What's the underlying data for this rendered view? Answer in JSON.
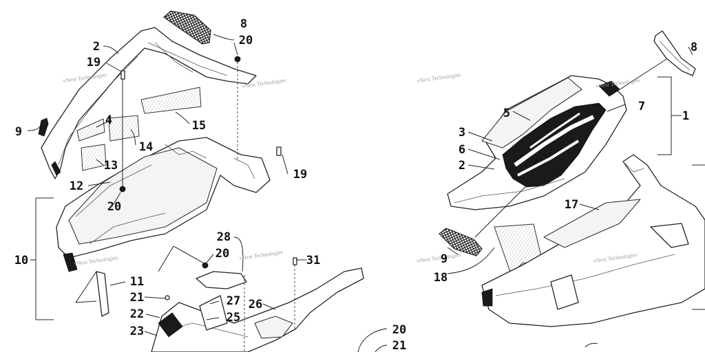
{
  "diagram": {
    "callouts": [
      {
        "id": "c8a",
        "label": "8"
      },
      {
        "id": "c20a",
        "label": "20"
      },
      {
        "id": "c2a",
        "label": "2"
      },
      {
        "id": "c19a",
        "label": "19"
      },
      {
        "id": "c4",
        "label": "4"
      },
      {
        "id": "c15",
        "label": "15"
      },
      {
        "id": "c9a",
        "label": "9"
      },
      {
        "id": "c14",
        "label": "14"
      },
      {
        "id": "c13",
        "label": "13"
      },
      {
        "id": "c12",
        "label": "12"
      },
      {
        "id": "c19b",
        "label": "19"
      },
      {
        "id": "c20b",
        "label": "20"
      },
      {
        "id": "c10",
        "label": "10"
      },
      {
        "id": "c28",
        "label": "28"
      },
      {
        "id": "c20c",
        "label": "20"
      },
      {
        "id": "c31",
        "label": "31"
      },
      {
        "id": "c11",
        "label": "11"
      },
      {
        "id": "c21a",
        "label": "21"
      },
      {
        "id": "c27",
        "label": "27"
      },
      {
        "id": "c26",
        "label": "26"
      },
      {
        "id": "c22",
        "label": "22"
      },
      {
        "id": "c25",
        "label": "25"
      },
      {
        "id": "c23",
        "label": "23"
      },
      {
        "id": "c20d",
        "label": "20"
      },
      {
        "id": "c21b",
        "label": "21"
      },
      {
        "id": "c8b",
        "label": "8"
      },
      {
        "id": "c5",
        "label": "5"
      },
      {
        "id": "c7",
        "label": "7"
      },
      {
        "id": "c1",
        "label": "1"
      },
      {
        "id": "c3",
        "label": "3"
      },
      {
        "id": "c6",
        "label": "6"
      },
      {
        "id": "c2b",
        "label": "2"
      },
      {
        "id": "c17",
        "label": "17"
      },
      {
        "id": "c9b",
        "label": "9"
      },
      {
        "id": "c18",
        "label": "18"
      }
    ],
    "watermark": "vNext Technologies"
  }
}
